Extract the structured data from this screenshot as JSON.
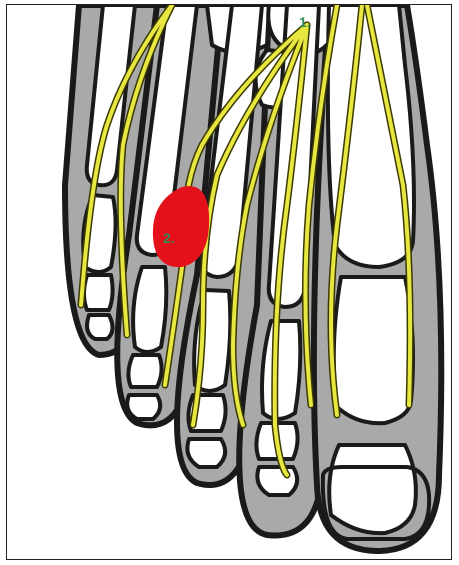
{
  "figure": {
    "markers": [
      {
        "id": "1",
        "label": "1."
      },
      {
        "id": "2",
        "label": "2."
      }
    ],
    "colors": {
      "skin_outline": "#1a1a1a",
      "skin_fill": "#a9a9a9",
      "bone_fill": "#ffffff",
      "nerve_fill": "#e8e640",
      "nerve_outline": "#3a3a00",
      "lesion": "#e4101a",
      "label_text": "#2e8b57"
    }
  }
}
